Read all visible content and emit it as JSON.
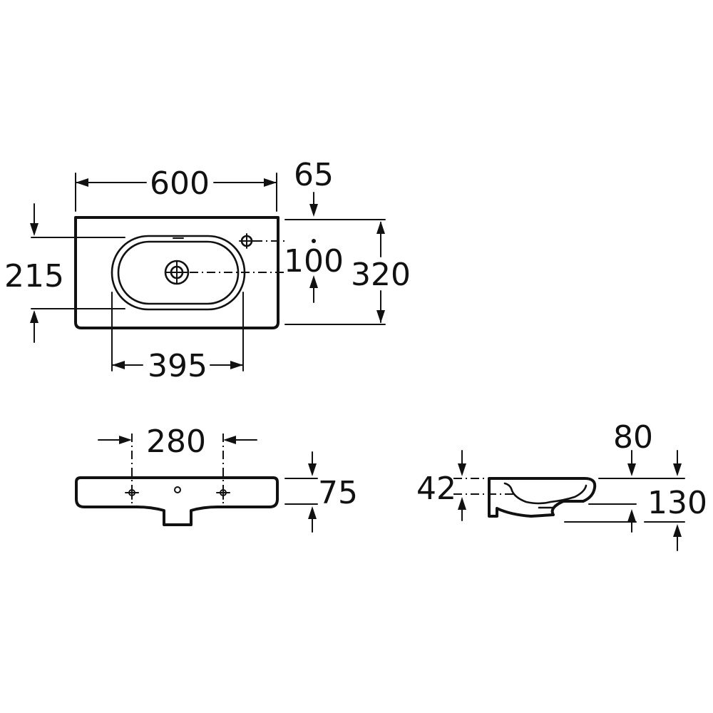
{
  "diagram": {
    "dimensions": {
      "overall_width": "600",
      "rear_offset": "65",
      "basin_depth": "215",
      "tap_to_drain": "100",
      "overall_depth": "320",
      "basin_length": "395",
      "fixing_spacing": "280",
      "front_height": "75",
      "rim_height": "42",
      "drain_offset": "80",
      "side_height": "130"
    }
  }
}
